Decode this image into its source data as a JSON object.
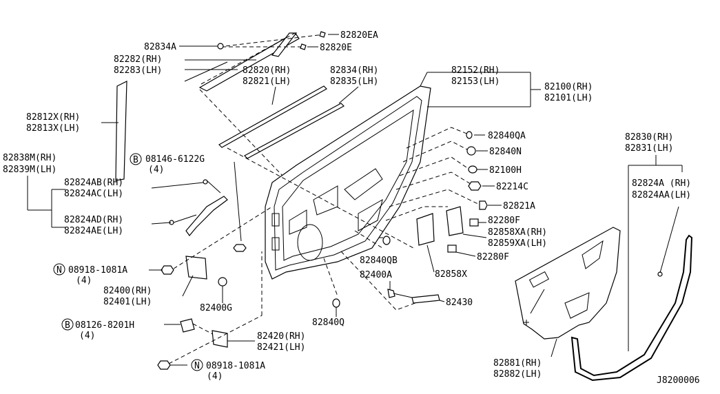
{
  "diagram_id": "J8200006",
  "labels": {
    "p82834A": "82834A",
    "p82820EA": "82820EA",
    "p82820E": "82820E",
    "p82282": "82282(RH)",
    "p82283": "82283(LH)",
    "p82820": "82820(RH)",
    "p82821": "82821(LH)",
    "p82834": "82834(RH)",
    "p82835": "82835(LH)",
    "p82152": "82152(RH)",
    "p82153": "82153(LH)",
    "p82100": "82100(RH)",
    "p82101": "82101(LH)",
    "p82812X": "82812X(RH)",
    "p82813X": "82813X(LH)",
    "p82838M": "82838M(RH)",
    "p82839M": "82839M(LH)",
    "p08146": "08146-6122G",
    "p08146_qty": "(4)",
    "p82824AB": "82824AB(RH)",
    "p82824AC": "82824AC(LH)",
    "p82824AD": "82824AD(RH)",
    "p82824AE": "82824AE(LH)",
    "p82840QA": "82840QA",
    "p82840N": "82840N",
    "p82100H": "82100H",
    "p82214C": "82214C",
    "p82821A": "82821A",
    "p82280F_a": "82280F",
    "p82858XA": "82858XA(RH)",
    "p82859XA": "82859XA(LH)",
    "p82280F_b": "82280F",
    "p82858X": "82858X",
    "p82830": "82830(RH)",
    "p82831": "82831(LH)",
    "p82824A": "82824A (RH)",
    "p82824AA": "82824AA(LH)",
    "p08918_a": "08918-1081A",
    "p08918_a_qty": "(4)",
    "p82400": "82400(RH)",
    "p82401": "82401(LH)",
    "p82400G": "82400G",
    "p82840QB": "82840QB",
    "p82400A": "82400A",
    "p82430": "82430",
    "p82840Q": "82840Q",
    "p08126": "08126-8201H",
    "p08126_qty": "(4)",
    "p82420": "82420(RH)",
    "p82421": "82421(LH)",
    "p08918_b": "08918-1081A",
    "p08918_b_qty": "(4)",
    "p82881": "82881(RH)",
    "p82882": "82882(LH)"
  },
  "badges": {
    "b_08146": "B",
    "n_08918_a": "N",
    "b_08126": "B",
    "n_08918_b": "N"
  }
}
